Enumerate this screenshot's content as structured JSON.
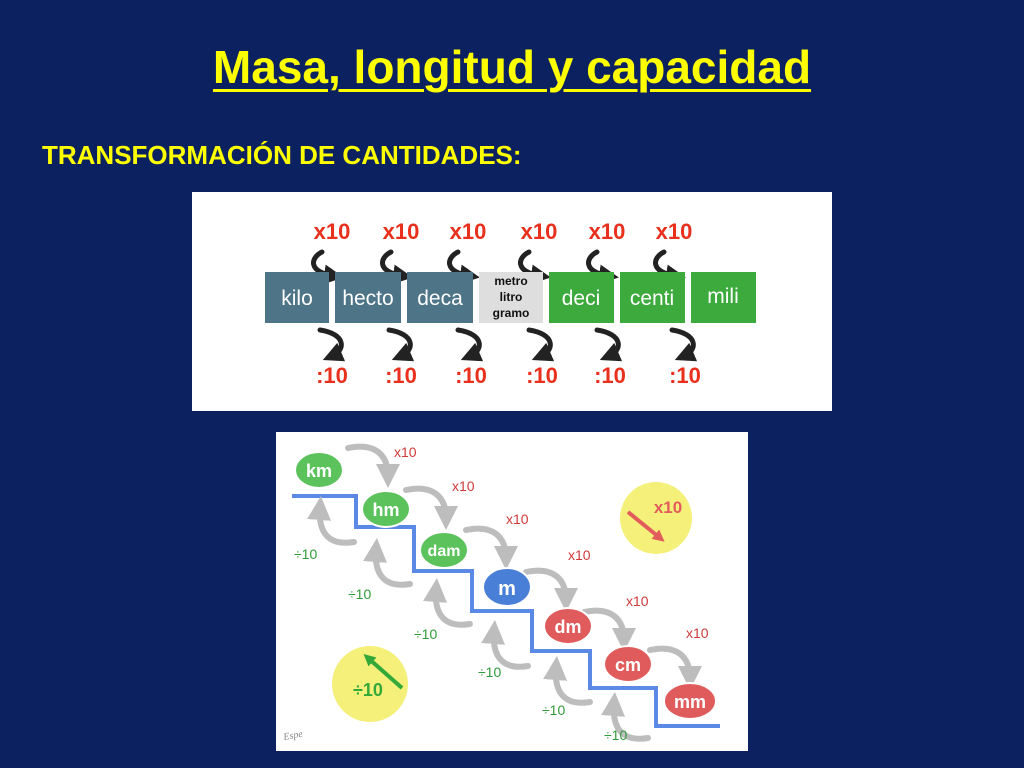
{
  "title": "Masa, longitud y capacidad",
  "subtitle": "TRANSFORMACIÓN DE CANTIDADES:",
  "scale": {
    "units": [
      "kilo",
      "hecto",
      "deca",
      "deci",
      "centi",
      "mili"
    ],
    "base": [
      "metro",
      "litro",
      "gramo"
    ],
    "multiply": [
      "x10",
      "x10",
      "x10",
      "x10",
      "x10",
      "x10"
    ],
    "divide": [
      ":10",
      ":10",
      ":10",
      ":10",
      ":10",
      ":10"
    ],
    "colors": {
      "prefix_big": "#4d7487",
      "base": "#dedede",
      "prefix_small": "#3caa3c",
      "arrow": "#222222"
    }
  },
  "stairs": {
    "nodes": [
      "km",
      "hm",
      "dam",
      "m",
      "dm",
      "cm",
      "mm"
    ],
    "down_labels": [
      "x10",
      "x10",
      "x10",
      "x10",
      "x10",
      "x10"
    ],
    "up_labels": [
      "÷10",
      "÷10",
      "÷10",
      "÷10",
      "÷10",
      "÷10"
    ],
    "legend_down": "x10",
    "legend_up": "÷10",
    "signature": "Espe",
    "colors": {
      "big": "#5cc25c",
      "base": "#4a7fd8",
      "small": "#e05c5c",
      "step": "#5b8ae6",
      "circle": "#f5f07a"
    }
  }
}
